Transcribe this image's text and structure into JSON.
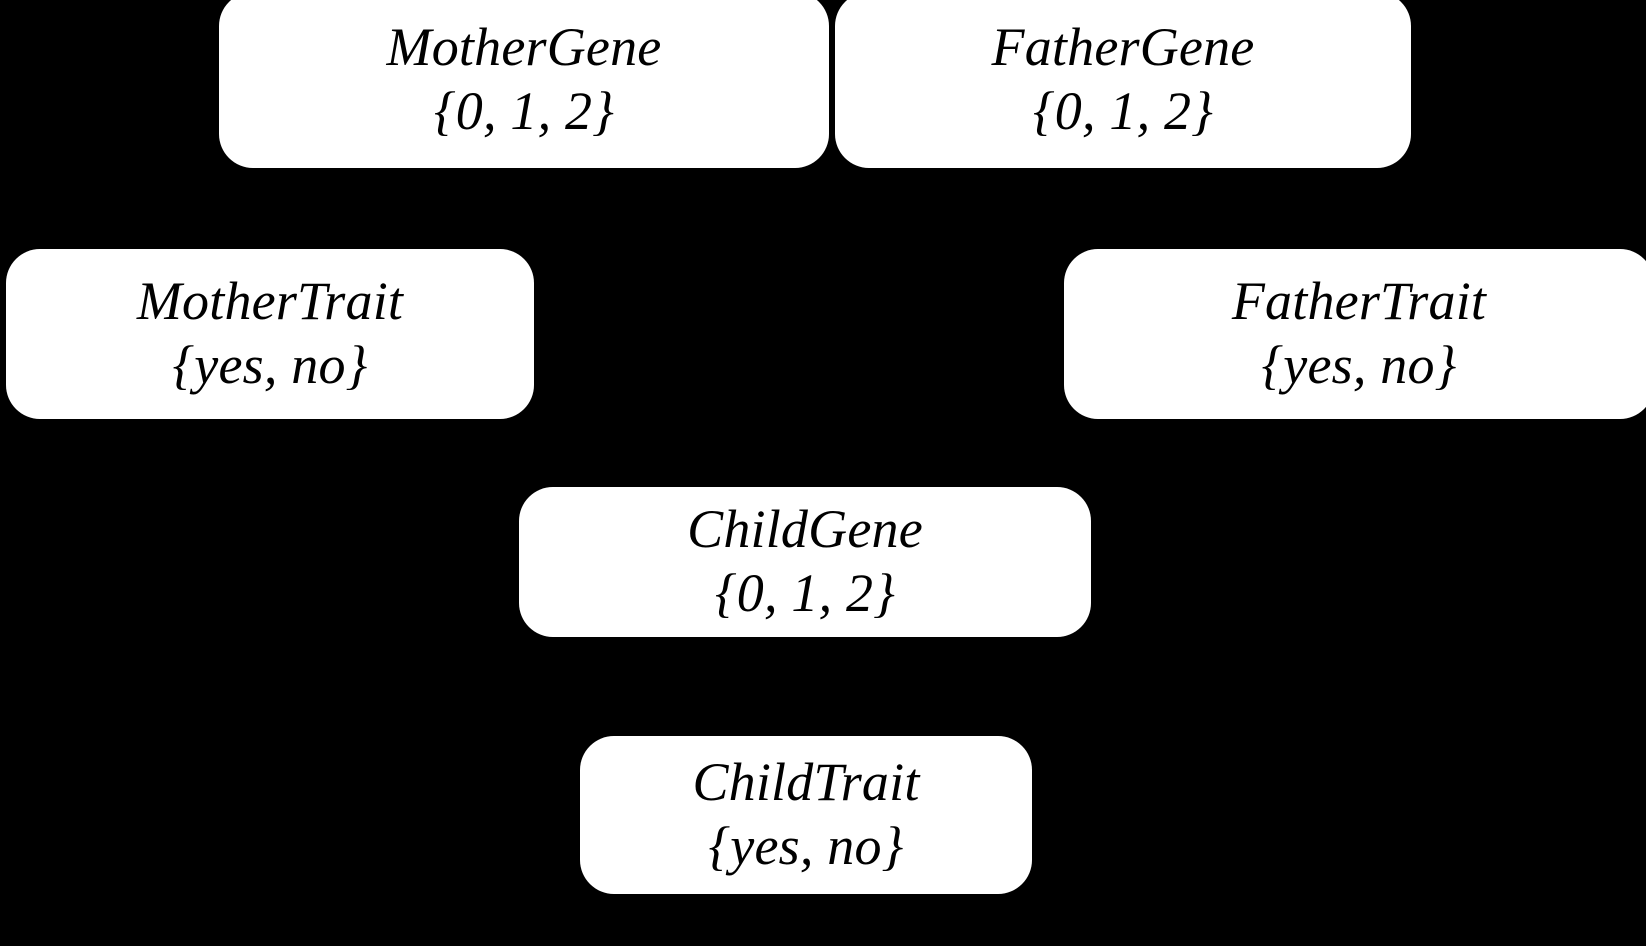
{
  "diagram": {
    "type": "bayesian-network",
    "background_color": "#000000",
    "node_color": "#ffffff",
    "text_color": "#000000",
    "nodes": [
      {
        "id": "mother-gene",
        "title": "MotherGene",
        "domain": "{0, 1, 2}"
      },
      {
        "id": "father-gene",
        "title": "FatherGene",
        "domain": "{0, 1, 2}"
      },
      {
        "id": "mother-trait",
        "title": "MotherTrait",
        "domain": "{yes, no}"
      },
      {
        "id": "father-trait",
        "title": "FatherTrait",
        "domain": "{yes, no}"
      },
      {
        "id": "child-gene",
        "title": "ChildGene",
        "domain": "{0, 1, 2}"
      },
      {
        "id": "child-trait",
        "title": "ChildTrait",
        "domain": "{yes, no}"
      }
    ]
  }
}
